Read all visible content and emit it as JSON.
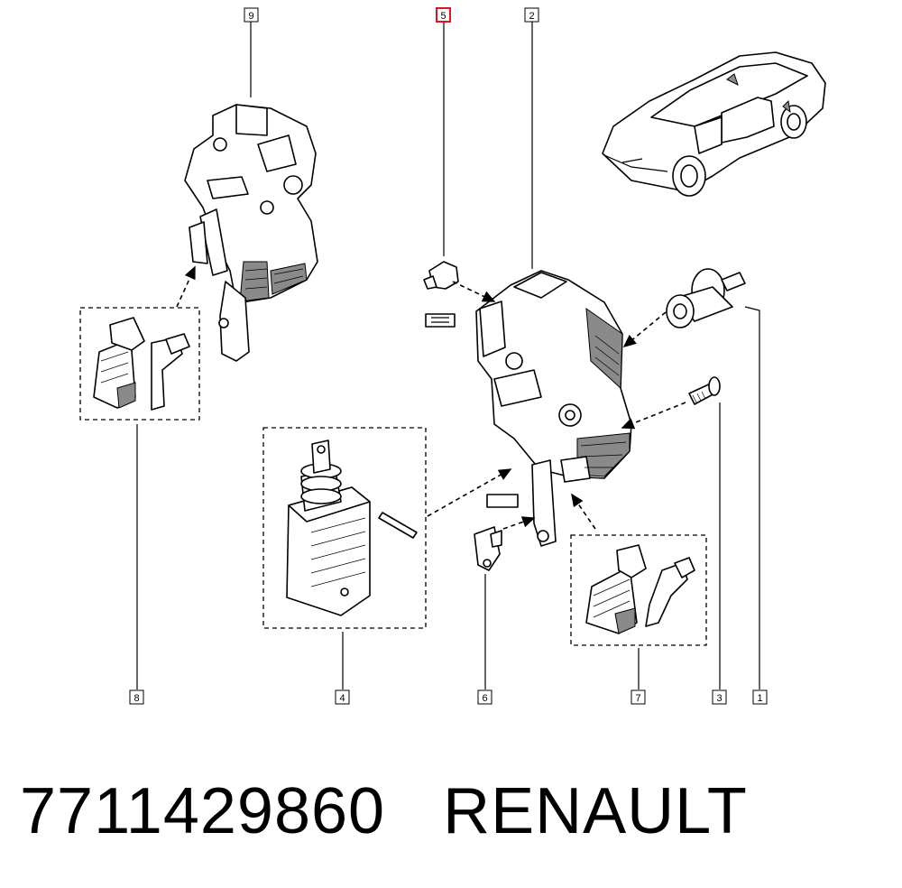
{
  "callouts": {
    "c9": "9",
    "c5": "5",
    "c2": "2",
    "c8": "8",
    "c4": "4",
    "c6": "6",
    "c7": "7",
    "c3": "3",
    "c1": "1"
  },
  "highlight_color": "#e0151c",
  "footer": {
    "part_number": "7711429860",
    "brand": "RENAULT"
  }
}
